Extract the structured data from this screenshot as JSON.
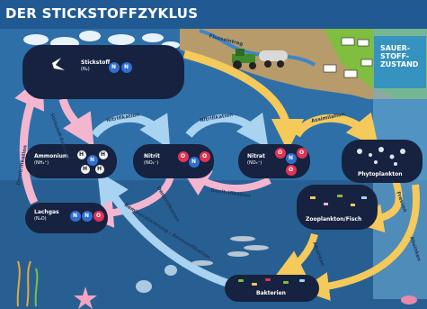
{
  "title": "DER STICKSTOFFZYKLUS",
  "oxygen_zone": {
    "line1": "SAUER-",
    "line2": "STOFF-",
    "line3": "ZUSTAND"
  },
  "nodes": {
    "stickstoff": {
      "label": "Stickstoff",
      "formula": "(N₂)"
    },
    "ammonium": {
      "label": "Ammonium",
      "formula": "(NH₄⁺)"
    },
    "nitrit": {
      "label": "Nitrit",
      "formula": "(NO₂⁻)"
    },
    "nitrat": {
      "label": "Nitrat",
      "formula": "(NO₃⁻)"
    },
    "phytoplankton": {
      "label": "Phytoplankton"
    },
    "lachgas": {
      "label": "Lachgas",
      "formula": "(N₂O)"
    },
    "zooplankton": {
      "label": "Zooplankton/Fisch"
    },
    "bakterien": {
      "label": "Bakterien"
    }
  },
  "atoms": {
    "n": "N",
    "h": "H",
    "o": "O"
  },
  "processes": {
    "flusseintrag": "Flusseintrag",
    "stickstofffixierung": "Stickstoff-fixierung",
    "nitrifikation_1": "Nitrifikation",
    "nitrifikation_2": "Nitrifikation",
    "assimilation": "Assimilation",
    "denitrifikation_left": "Denitrifikation",
    "denitrifikation_mid": "Denitrifikation",
    "denitrifikation_low": "Denitrifikation",
    "remineralisierung": "Remineralisierung / Ammonifikation",
    "fressen": "Fressen",
    "absinken_1": "Absinken",
    "absinken_2": "Absinken"
  },
  "colors": {
    "sea": "#2e6fa8",
    "box": "#16223f",
    "pink_arrow": "#f4b6cf",
    "blue_arrow": "#a9d3f0",
    "yellow_arrow": "#f5c95a",
    "nitrogen_atom": "#2f6fd0",
    "oxygen_atom": "#e23355",
    "hydrogen_atom": "#f2f2f2"
  }
}
